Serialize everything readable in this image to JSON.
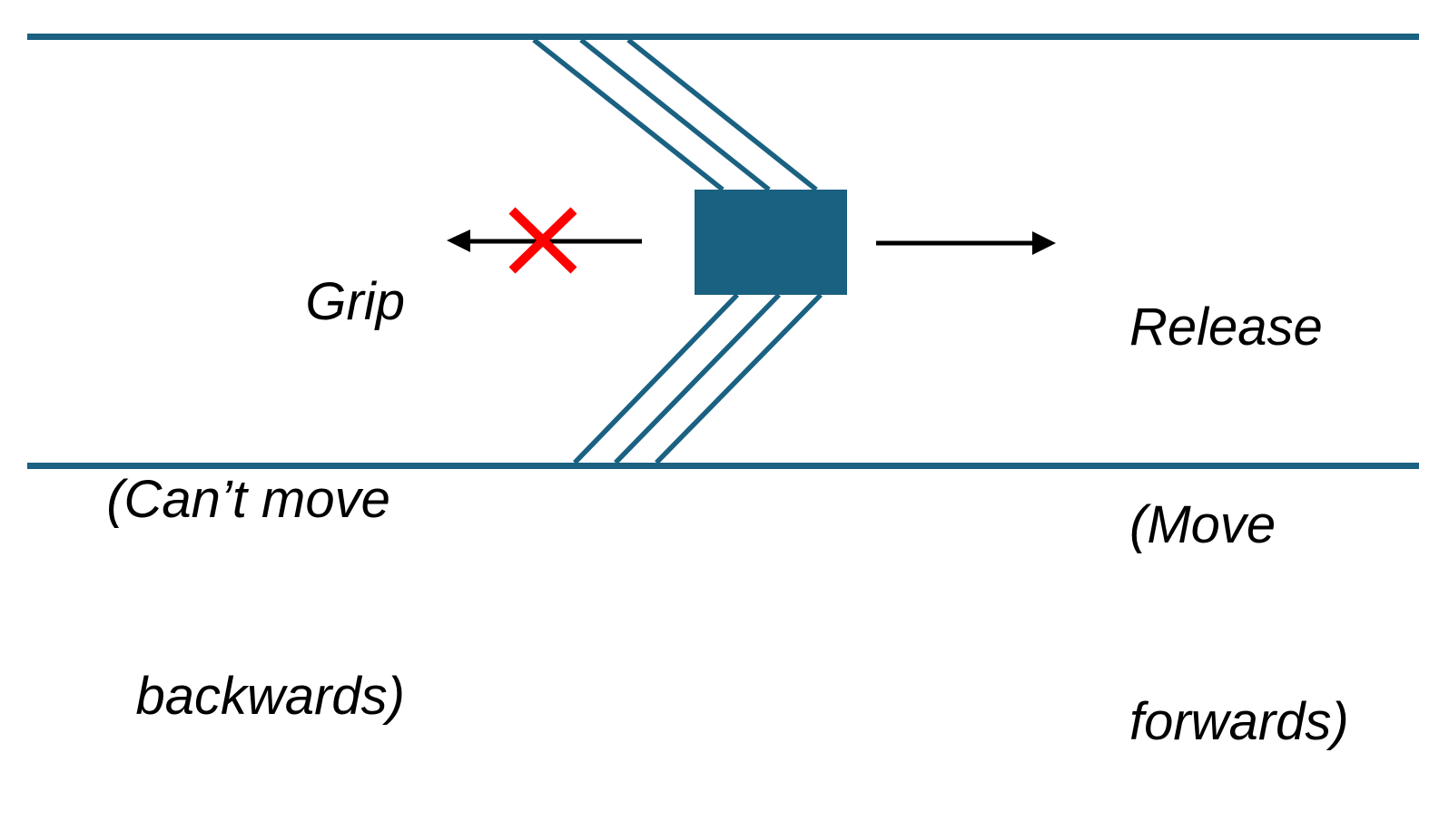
{
  "diagram": {
    "title": "",
    "colors": {
      "rail": "#1a6182",
      "block": "#1a6080",
      "arrow": "#000000",
      "blocked_mark": "#ff0000",
      "text": "#000000",
      "background": "#ffffff"
    },
    "left_label": {
      "lines": [
        "Grip",
        "(Can’t move ",
        "backwards)"
      ]
    },
    "right_label": {
      "lines": [
        "Release",
        "(Move",
        "forwards)"
      ]
    },
    "left_arrow": {
      "direction": "left",
      "state": "blocked",
      "icon": "red-x-icon"
    },
    "right_arrow": {
      "direction": "right",
      "state": "allowed"
    },
    "elements": {
      "top_rail": "rail",
      "bottom_rail": "rail",
      "block": "gripping-block",
      "upper_bristles": 3,
      "lower_bristles": 3
    }
  }
}
